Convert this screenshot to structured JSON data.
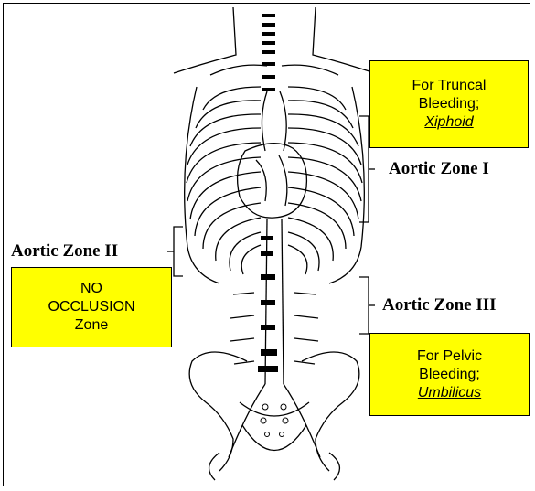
{
  "colors": {
    "box_fill": "#ffff00",
    "line": "#000000",
    "background": "#ffffff"
  },
  "boxes": {
    "truncal": {
      "line1": "For Truncal",
      "line2": "Bleeding;",
      "line3": "Xiphoid"
    },
    "no_occlusion": {
      "line1": "NO",
      "line2": "OCCLUSION",
      "line3": "Zone"
    },
    "pelvic": {
      "line1": "For Pelvic",
      "line2": "Bleeding;",
      "line3": "Umbilicus"
    }
  },
  "zones": {
    "zone1": "Aortic Zone I",
    "zone2": "Aortic Zone II",
    "zone3": "Aortic Zone III"
  }
}
